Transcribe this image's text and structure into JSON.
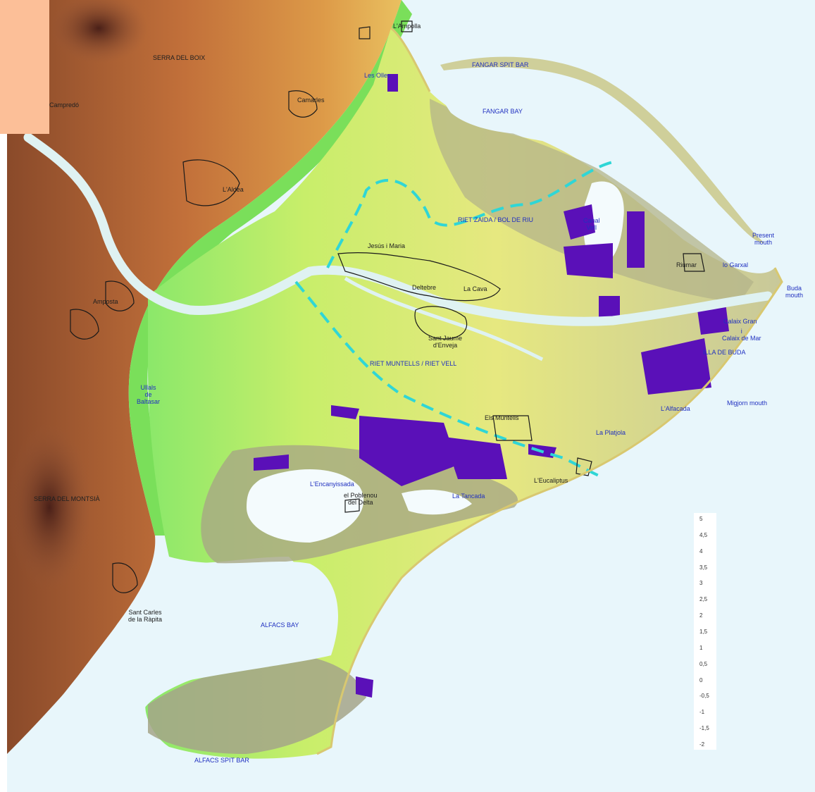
{
  "places": {
    "lampolla": "L'Ampolla",
    "serra_del_boix": "SERRA DEL BOIX",
    "fangar_spit_bar": "FANGAR SPIT BAR",
    "les_olles": "Les Olles",
    "fangar_bay": "FANGAR BAY",
    "camarles": "Camarles",
    "campredo": "Campredó",
    "laldea": "L'Aldea",
    "riet_zaida": "RIET ZAIDA / BOL DE RIU",
    "canal_vell": "Canal\nVell",
    "present_mouth": "Present\nmouth",
    "jesus_i_maria": "Jesús i Maria",
    "riumar": "Riumar",
    "lo_garxal": "lo Garxal",
    "deltebre": "Deltebre",
    "la_cava": "La Cava",
    "buda_mouth": "Buda\nmouth",
    "amposta": "Amposta",
    "sant_jaume": "Sant Jaume\nd'Enveja",
    "calaix_gran": "Calaix Gran",
    "calaix_de_mar": "i\nCalaix de Mar",
    "riet_muntells": "RIET MUNTELLS / RIET VELL",
    "illa_de_buda": "ILLA DE BUDA",
    "ullals": "Ullals\nde\nBaltasar",
    "lalfacada": "L'Alfacada",
    "migjorn_mouth": "Migjorn mouth",
    "els_muntells": "Els Muntells",
    "la_platjola": "La Platjola",
    "leucaliptus": "L'Eucaliptus",
    "lencanyissada": "L'Encanyissada",
    "poblenou": "el Poblenou\ndel Delta",
    "la_tancada": "La Tancada",
    "serra_del_montsia": "SERRA DEL MONTSIÀ",
    "sant_carles": "Sant Carles\nde la Ràpita",
    "alfacs_bay": "ALFACS BAY",
    "alfacs_spit_bar": "ALFACS SPIT BAR"
  },
  "legend": {
    "ticks": [
      "5",
      "4,5",
      "4",
      "3,5",
      "3",
      "2,5",
      "2",
      "1,5",
      "1",
      "0,5",
      "0",
      "-0,5",
      "-1",
      "-1,5",
      "-2"
    ]
  },
  "colors": {
    "sea": "#e8f6fb",
    "mountain": "#c8703a",
    "lowland": "#ecec70",
    "delta_gray": "#a8a888",
    "wetland_purple": "#5a10b8",
    "river": "#dff2f2",
    "old_channel": "#2fd6d6",
    "label_blue": "#2030c0",
    "corner_box": "#fcbf98"
  }
}
